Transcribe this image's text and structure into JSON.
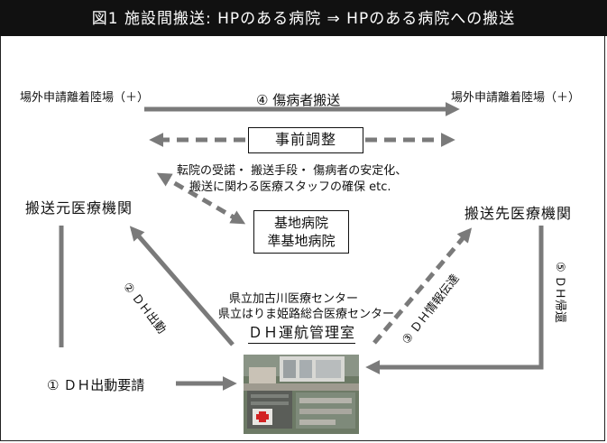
{
  "title": "図1 施設間搬送: HPのある病院 ⇒ HPのある病院への搬送",
  "nodes": {
    "heliport_left": "場外申請離着陸場（＋）",
    "heliport_right": "場外申請離着陸場（＋）",
    "origin_hospital": "搬送元医療機関",
    "dest_hospital": "搬送先医療機関",
    "adjustment_box": "事前調整",
    "adjustment_note_1": "転院の受諾・ 搬送手段・ 傷病者の安定化、",
    "adjustment_note_2": "搬送に関わる医療スタッフの確保 etc.",
    "base_hospital_1": "基地病院",
    "base_hospital_2": "準基地病院",
    "center_line_1": "県立加古川医療センター",
    "center_line_2": "県立はりま姫路総合医療センター",
    "center_line_3": "ＤＨ運航管理室"
  },
  "steps": {
    "step1": "① ＤＨ出動要請",
    "step2": "② ＤＨ出動",
    "step3": "③ ＤＨ情報伝達",
    "step4": "④ 傷病者搬送",
    "step5": "⑤ ＤＨ帰還"
  },
  "colors": {
    "arrow": "#7a7a7a",
    "title_bg": "#111111",
    "title_text": "#ffffff"
  }
}
